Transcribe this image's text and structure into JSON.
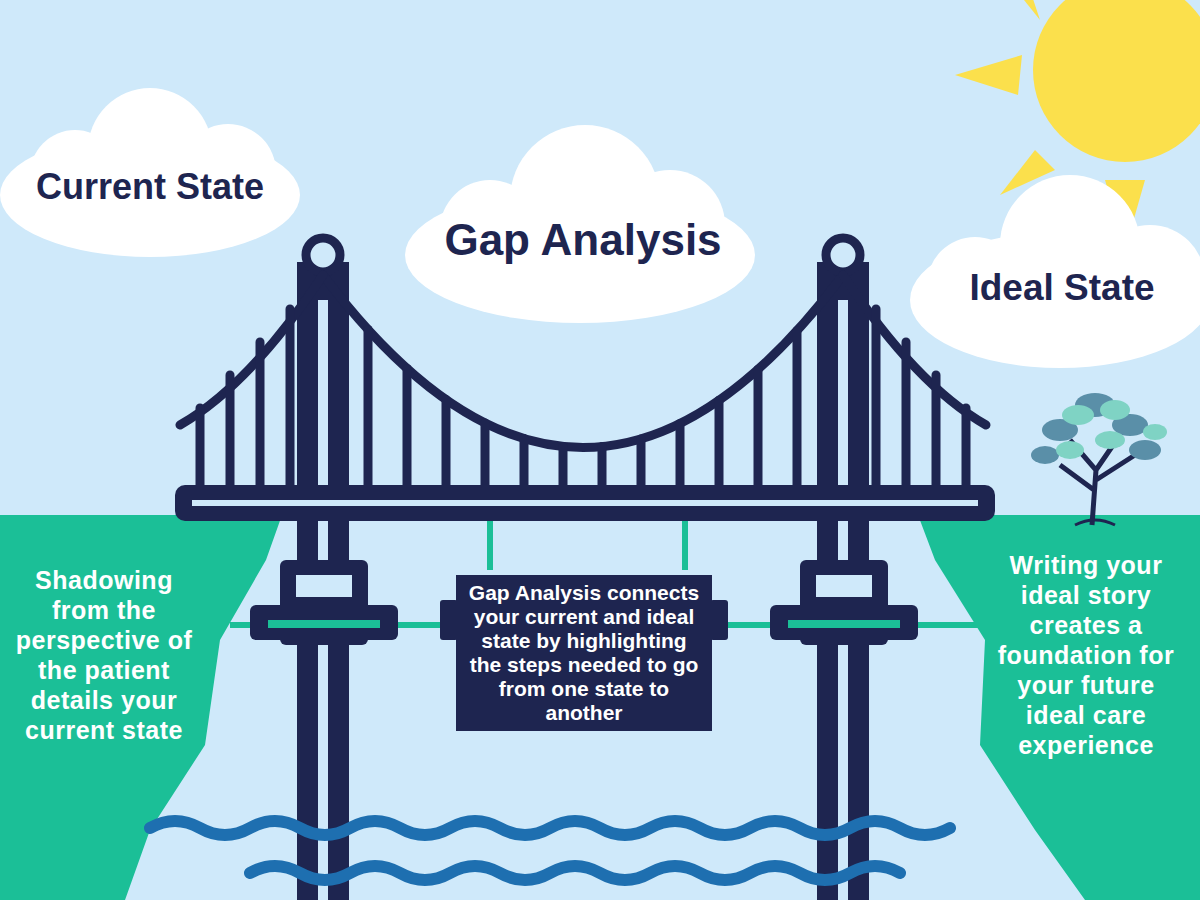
{
  "diagram": {
    "nodes": [
      {
        "text": [
          "Current State"
        ]
      },
      {
        "text": [
          "Gap Analysis"
        ]
      },
      {
        "text": [
          "Ideal State"
        ]
      },
      {
        "text": [
          "Shadowing from the perspective of the patient details your current state"
        ]
      },
      {
        "text": [
          "Gap Analysis connects your current and ideal state by highlighting the steps needed to go from one state to another"
        ]
      },
      {
        "text": [
          "Writing your ideal story creates a foundation for your future ideal care experience"
        ]
      }
    ]
  }
}
